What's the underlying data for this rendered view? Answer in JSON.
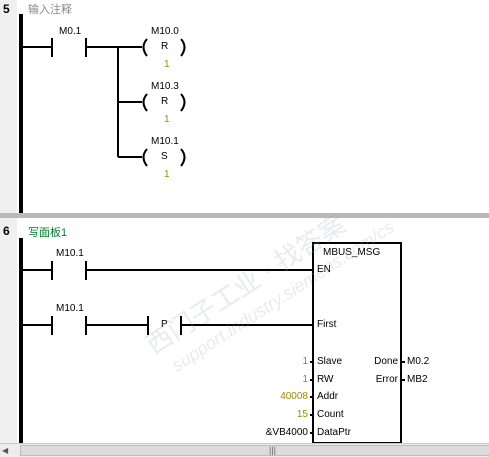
{
  "networks": [
    {
      "number": "5",
      "comment": "输入注释",
      "contact": {
        "address": "M0.1"
      },
      "coils": [
        {
          "address": "M10.0",
          "type": "R",
          "count": "1"
        },
        {
          "address": "M10.3",
          "type": "R",
          "count": "1"
        },
        {
          "address": "M10.1",
          "type": "S",
          "count": "1"
        }
      ]
    },
    {
      "number": "6",
      "comment": "写面板1",
      "contacts": [
        {
          "address": "M10.1",
          "pin": "EN"
        },
        {
          "address": "M10.1",
          "pin": "First",
          "edge": "P"
        }
      ],
      "block": {
        "title": "MBUS_MSG",
        "inputs": [
          {
            "value": "1",
            "pin": "Slave"
          },
          {
            "value": "1",
            "pin": "RW"
          },
          {
            "value": "40008",
            "pin": "Addr"
          },
          {
            "value": "15",
            "pin": "Count"
          },
          {
            "value": "&VB4000",
            "pin": "DataPtr"
          }
        ],
        "outputs": [
          {
            "pin": "Done",
            "value": "M0.2"
          },
          {
            "pin": "Error",
            "value": "MB2"
          }
        ]
      }
    }
  ],
  "watermark": "西门子工业 support.industry.siemens.com/cs",
  "scrollbar": {
    "thumb_glyph": "|||"
  }
}
